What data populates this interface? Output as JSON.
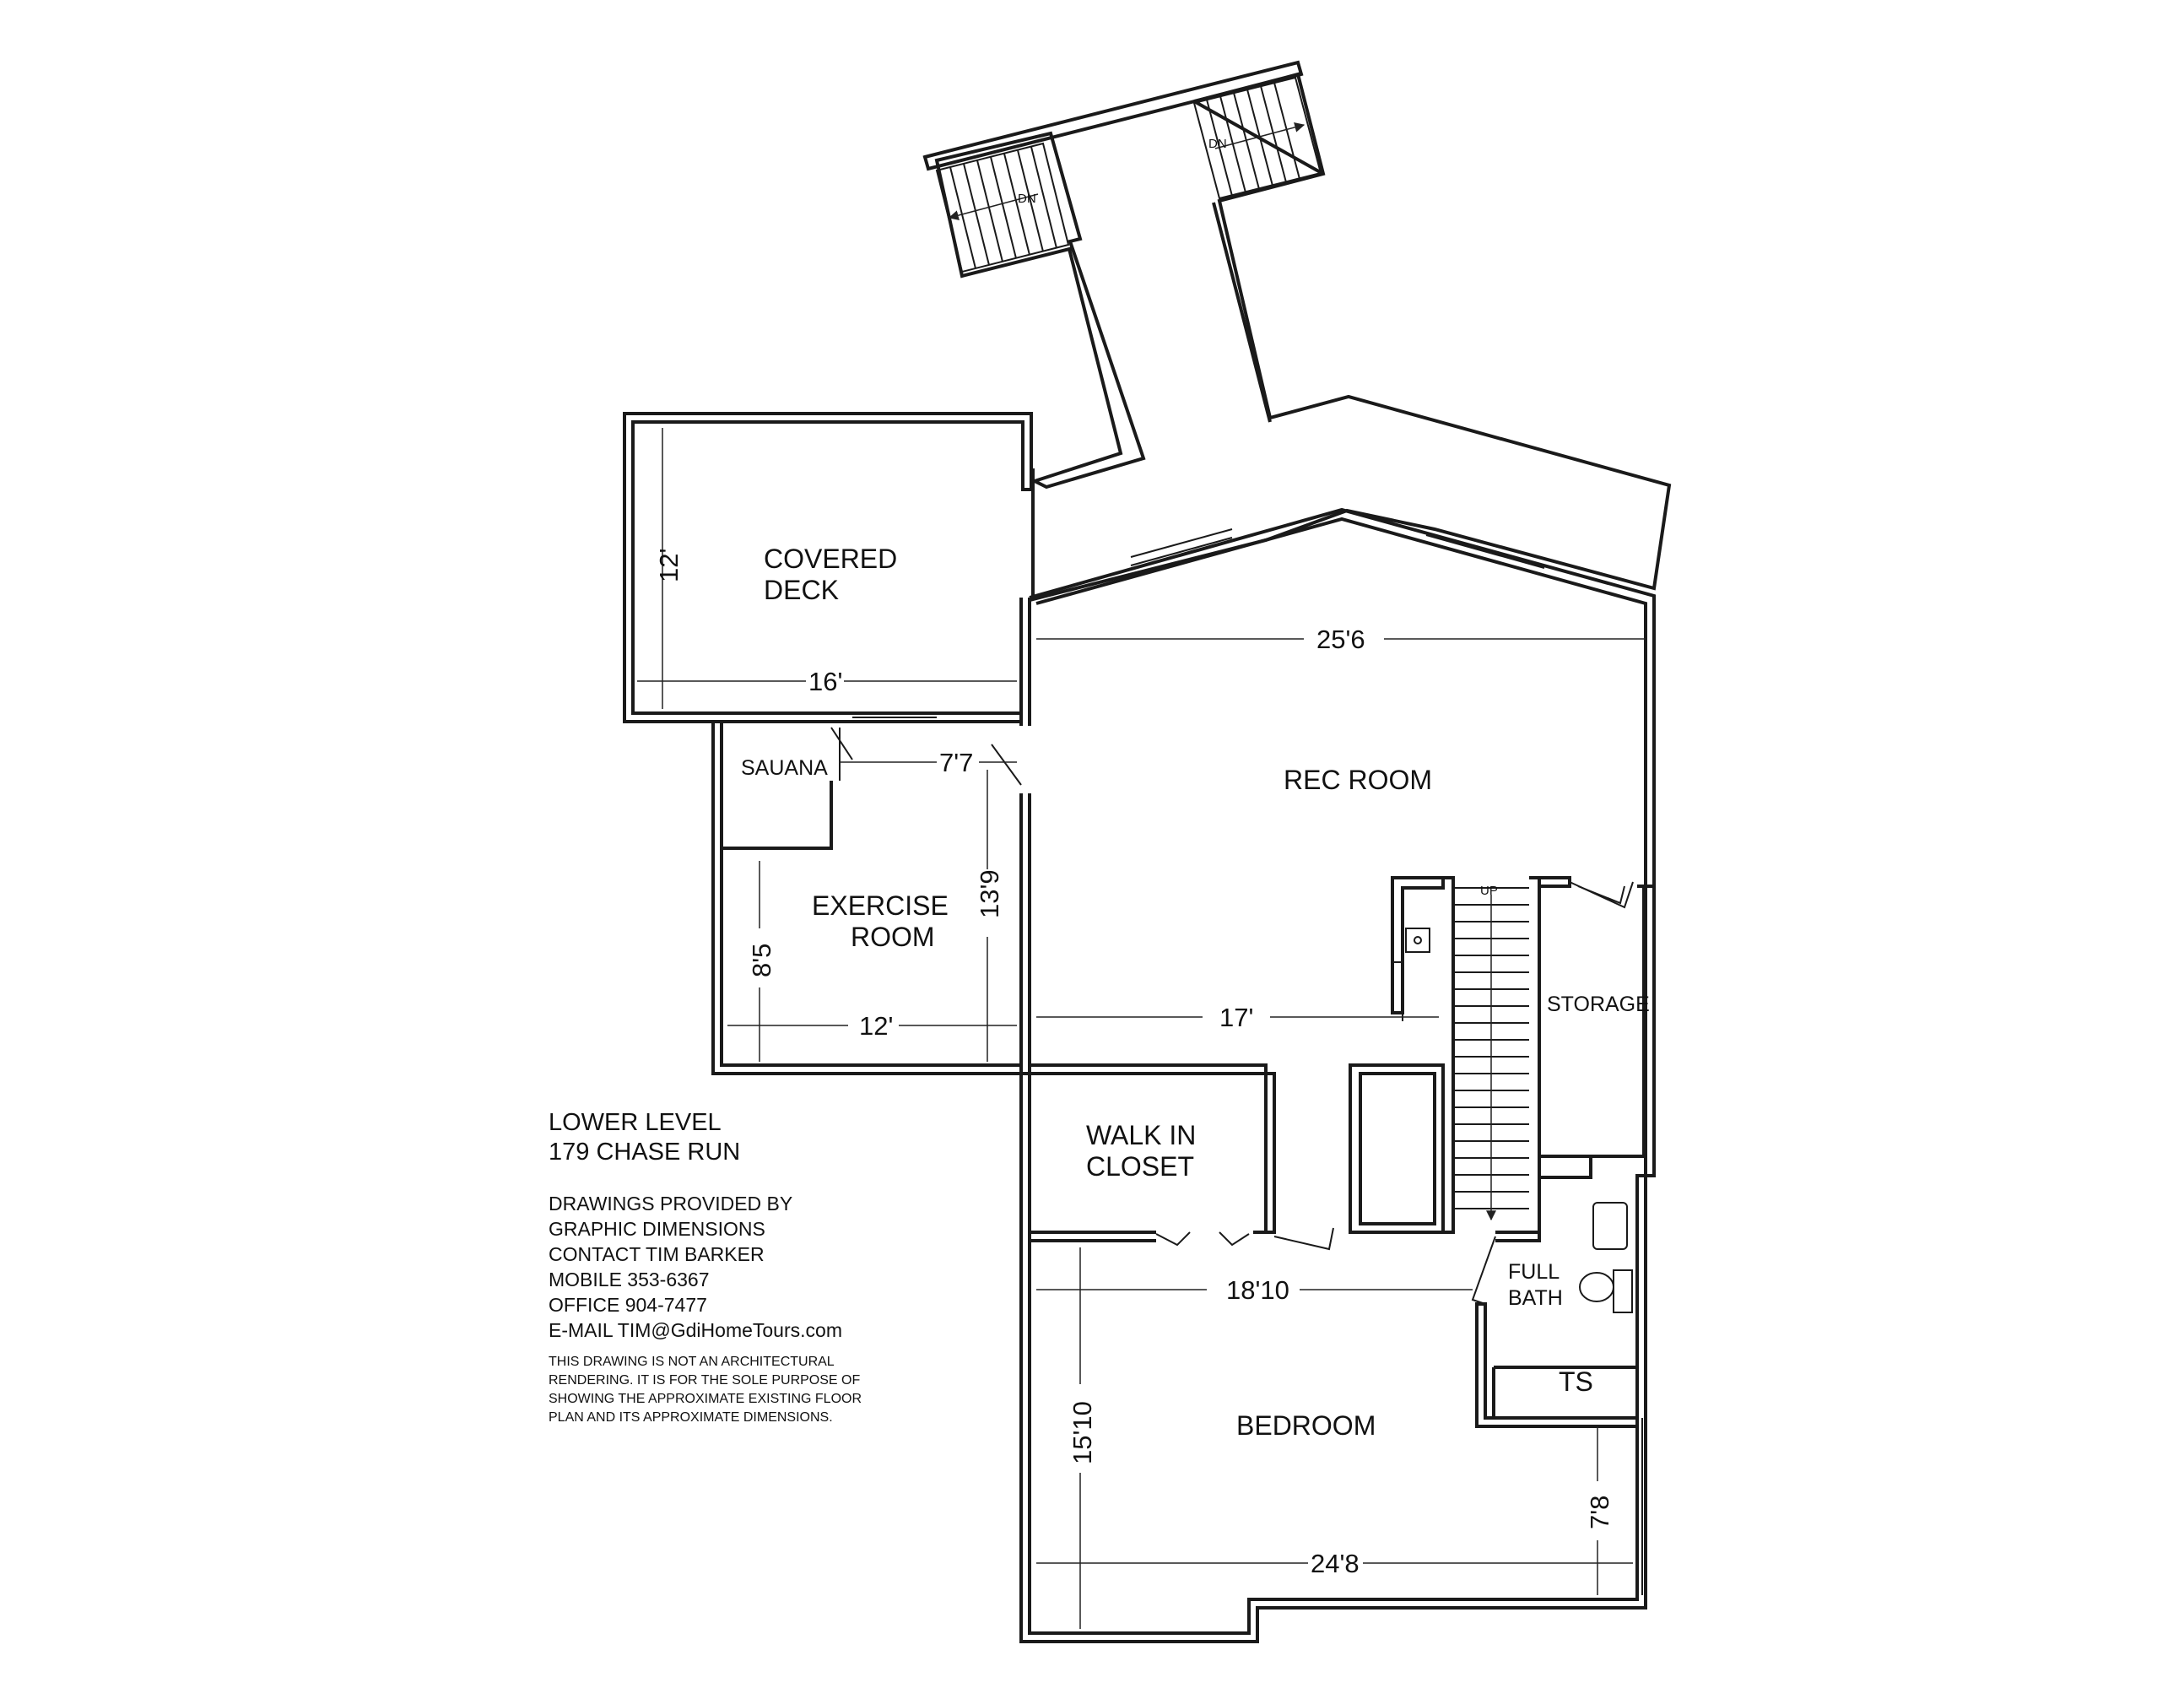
{
  "plan": {
    "rooms": {
      "covered_deck_1": "COVERED",
      "covered_deck_2": "DECK",
      "sauna": "SAUANA",
      "exercise_1": "EXERCISE",
      "exercise_2": "ROOM",
      "rec_room": "REC ROOM",
      "storage": "STORAGE",
      "walk_in_1": "WALK IN",
      "walk_in_2": "CLOSET",
      "full_bath_1": "FULL",
      "full_bath_2": "BATH",
      "ts": "TS",
      "bedroom": "BEDROOM"
    },
    "stairs": {
      "up": "UP",
      "down_left": "DN",
      "down_right": "DN"
    },
    "dimensions": {
      "deck_depth": "12'",
      "deck_width": "16'",
      "rec_width": "25'6",
      "sauna_exercise_width": "7'7",
      "exercise_depth": "13'9",
      "exercise_inner_depth": "8'5",
      "exercise_width": "12'",
      "rec_lower_width": "17'",
      "bedroom_width_top": "18'10",
      "bedroom_depth": "15'10",
      "bedroom_side": "7'8",
      "bedroom_width_bottom": "24'8"
    }
  },
  "title": {
    "line1": "LOWER LEVEL",
    "line2": "179 CHASE RUN"
  },
  "credits": {
    "line1": "DRAWINGS PROVIDED BY",
    "line2": "GRAPHIC DIMENSIONS",
    "line3": "CONTACT TIM BARKER",
    "line4": "MOBILE 353-6367",
    "line5": "OFFICE 904-7477",
    "line6": "E-MAIL TIM@GdiHomeTours.com"
  },
  "disclaimer": {
    "line1": "THIS DRAWING IS NOT AN ARCHITECTURAL",
    "line2": "RENDERING. IT IS FOR THE SOLE PURPOSE OF",
    "line3": "SHOWING THE APPROXIMATE EXISTING FLOOR",
    "line4": "PLAN AND ITS APPROXIMATE  DIMENSIONS."
  }
}
